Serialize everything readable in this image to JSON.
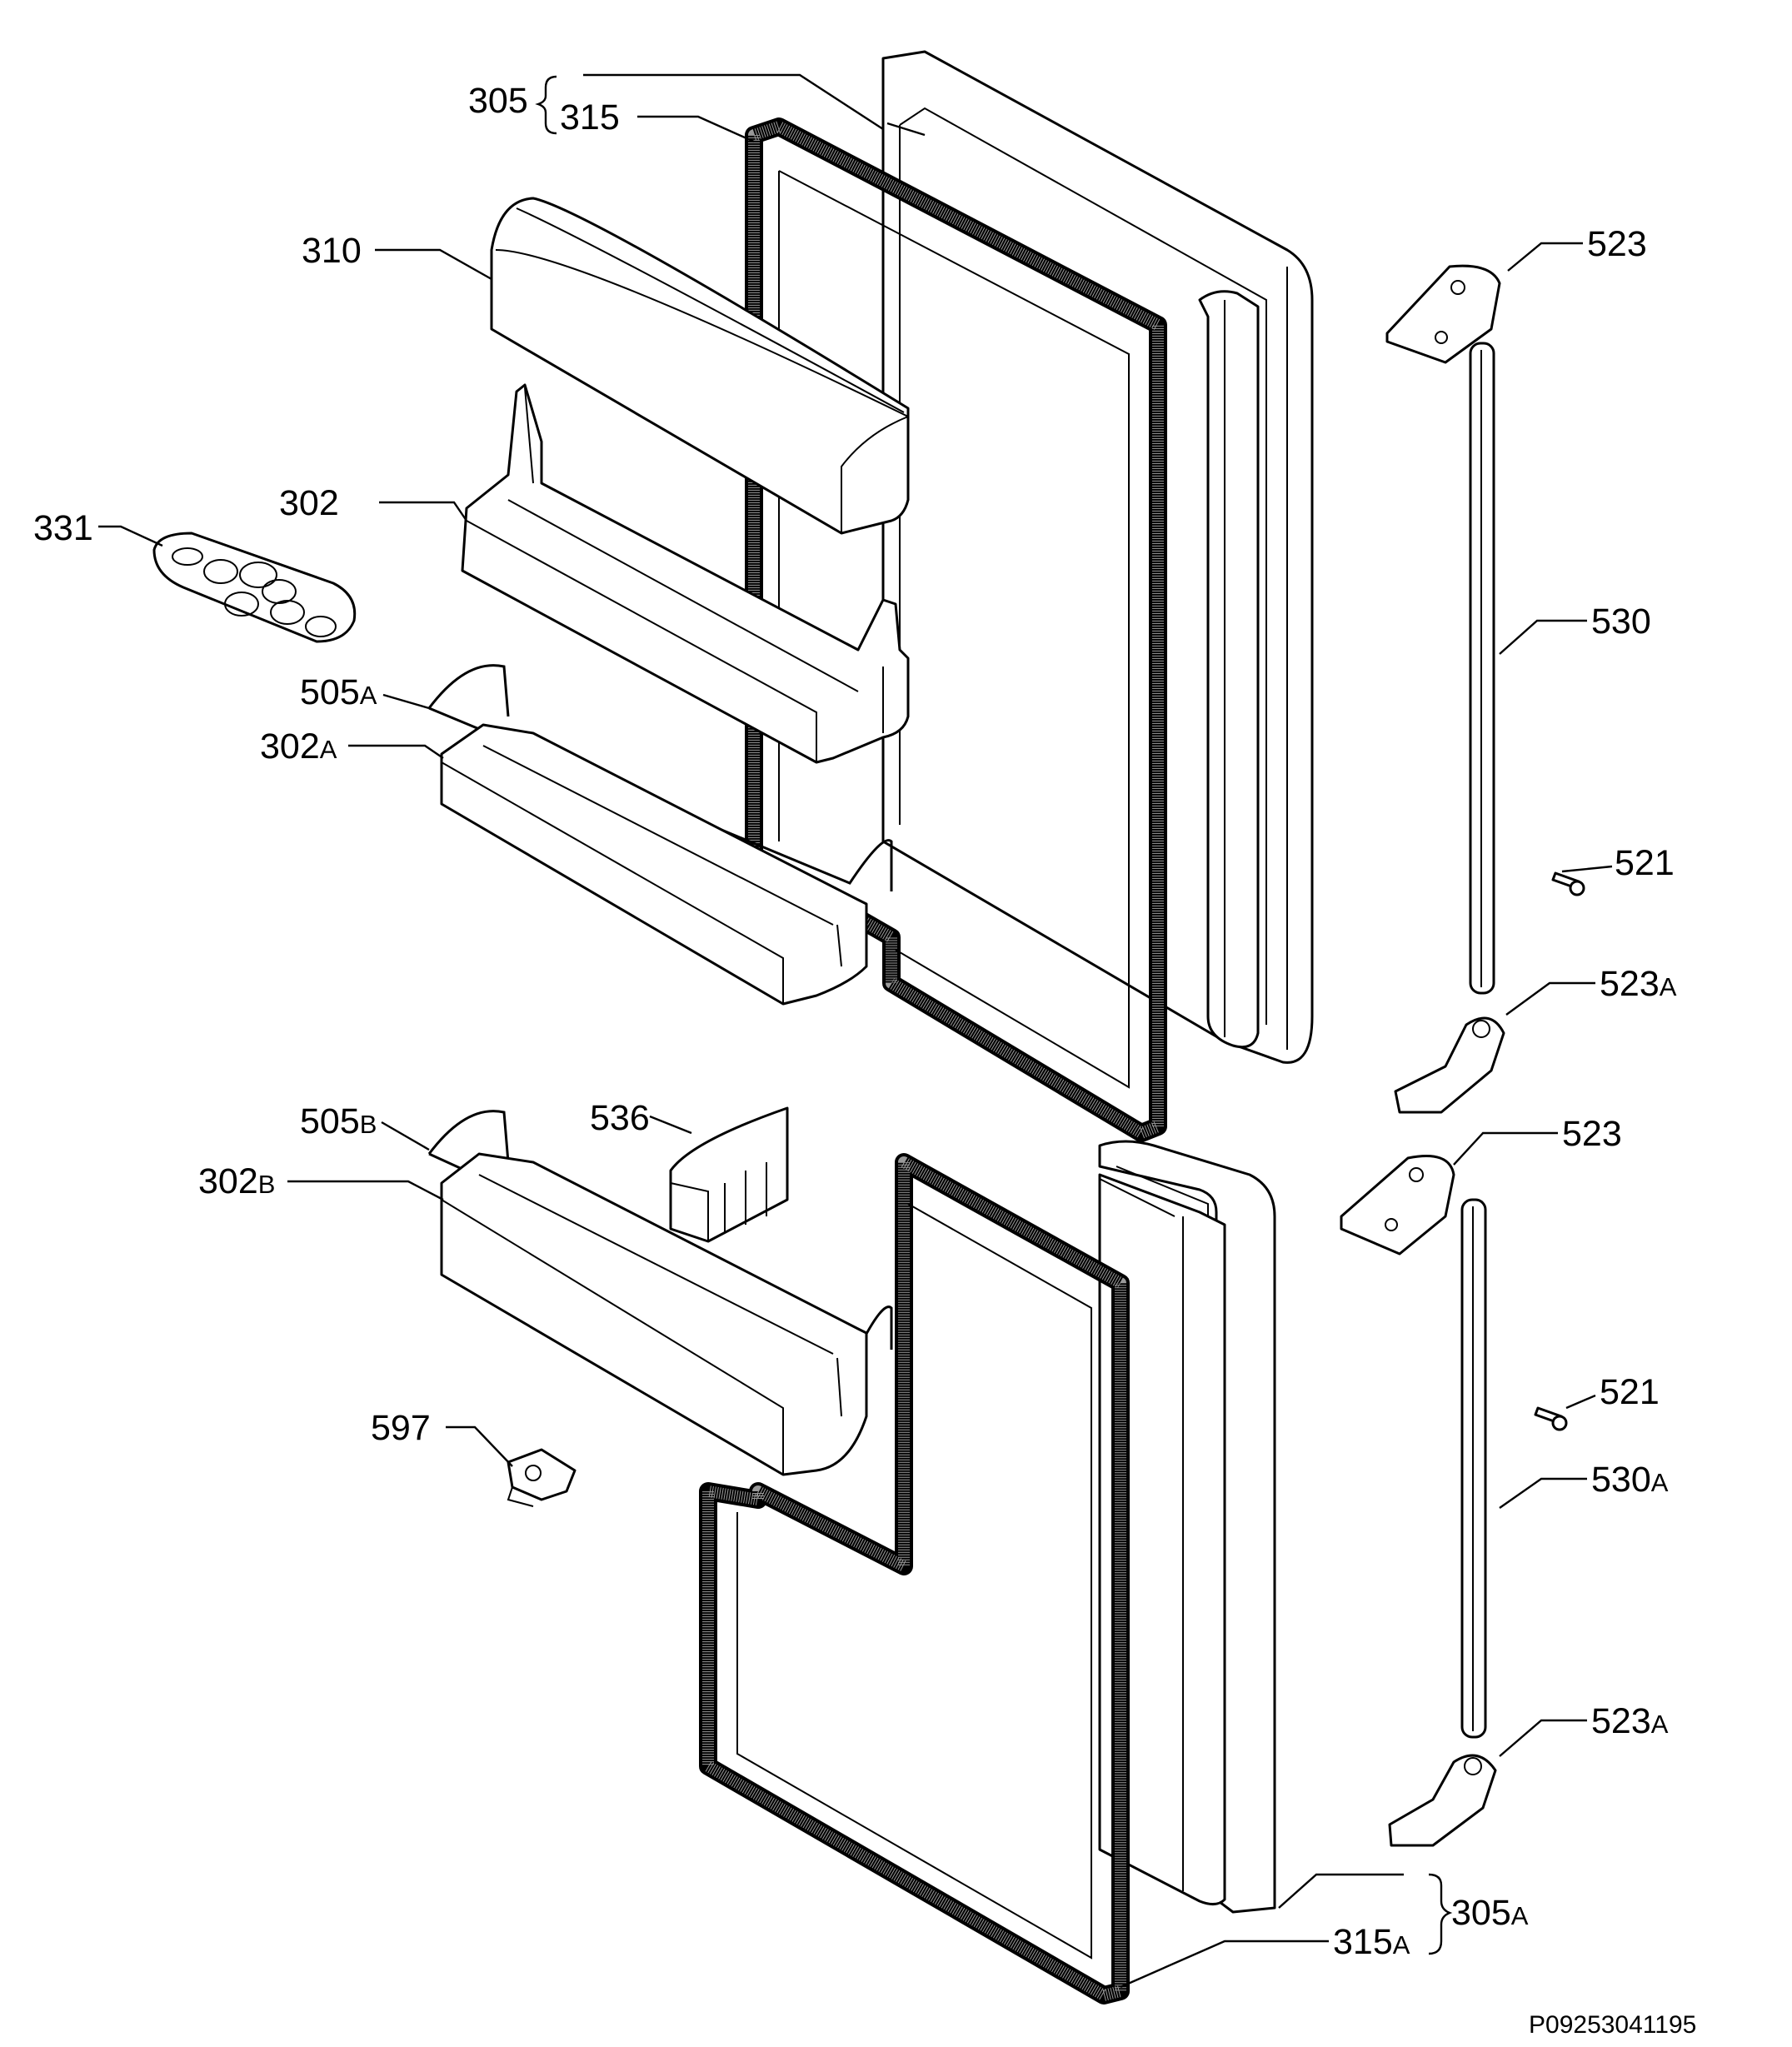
{
  "diagram": {
    "labels": {
      "l305": "305",
      "l315": "315",
      "l310": "310",
      "l302": "302",
      "l331": "331",
      "l505a_num": "505",
      "l505a_suf": "A",
      "l302a_num": "302",
      "l302a_suf": "A",
      "l505b_num": "505",
      "l505b_suf": "B",
      "l302b_num": "302",
      "l302b_suf": "B",
      "l536": "536",
      "l597": "597",
      "l523_top": "523",
      "l530": "530",
      "l521_top": "521",
      "l523a_top_num": "523",
      "l523a_top_suf": "A",
      "l523_mid": "523",
      "l521_bot": "521",
      "l530a_num": "530",
      "l530a_suf": "A",
      "l523a_bot_num": "523",
      "l523a_bot_suf": "A",
      "l305a_num": "305",
      "l305a_suf": "A",
      "l315a_num": "315",
      "l315a_suf": "A"
    },
    "code": "P09253041195"
  }
}
